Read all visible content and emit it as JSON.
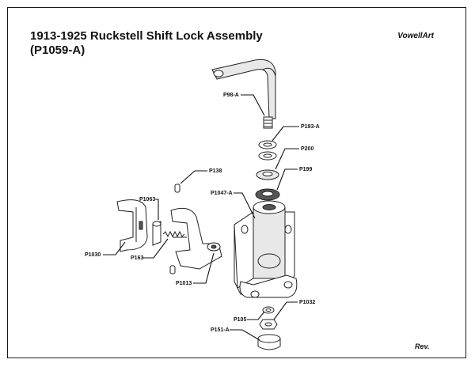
{
  "header": {
    "title_line1": "1913-1925 Ruckstell Shift Lock Assembly",
    "title_line2": "(P1059-A)",
    "brand": "VowellArt",
    "revision": "Rev."
  },
  "parts": [
    {
      "id": "P98-A"
    },
    {
      "id": "P193-A"
    },
    {
      "id": "P200"
    },
    {
      "id": "P199"
    },
    {
      "id": "P1047-A"
    },
    {
      "id": "P138"
    },
    {
      "id": "P1063"
    },
    {
      "id": "P1030"
    },
    {
      "id": "P163"
    },
    {
      "id": "P1013"
    },
    {
      "id": "P105"
    },
    {
      "id": "P1032"
    },
    {
      "id": "P151-A"
    }
  ]
}
